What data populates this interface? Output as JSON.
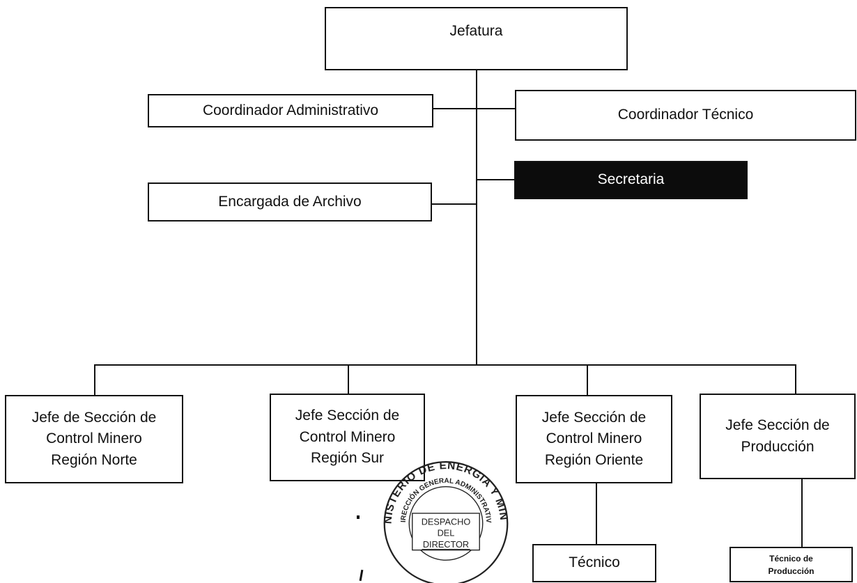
{
  "chart": {
    "root": {
      "label": "Jefatura"
    },
    "staff": {
      "admin": "Coordinador Administrativo",
      "tech": "Coordinador Técnico",
      "secretary": "Secretaria",
      "archive": "Encargada de Archivo"
    },
    "sections": [
      {
        "label": "Jefe de Sección de\nControl Minero\nRegión Norte"
      },
      {
        "label": "Jefe Sección de\nControl Minero\nRegión Sur"
      },
      {
        "label": "Jefe Sección de\nControl Minero\nRegión Oriente"
      },
      {
        "label": "Jefe Sección de\nProducción"
      }
    ],
    "subordinates": {
      "tecnico": "Técnico",
      "tecnico_produccion": "Técnico de\nProducción"
    }
  },
  "stamp": {
    "outer_ring": "MINISTERIO DE ENERGIA Y MINAS",
    "inner_ring": "DIRECCIÓN GENERAL ADMINISTRATIVA",
    "line1": "DESPACHO",
    "line2": "DEL",
    "line3": "DIRECTOR"
  },
  "colors": {
    "line": "#111111",
    "highlight_fill": "#0c0c0c",
    "highlight_text": "#ffffff",
    "stamp_ink": "#222222"
  }
}
